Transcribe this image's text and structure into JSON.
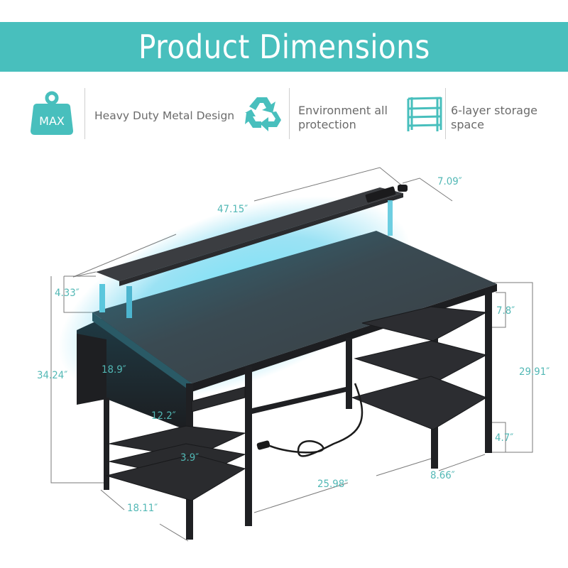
{
  "header": {
    "title": "Product Dimensions"
  },
  "colors": {
    "accent": "#48bfbd",
    "text_gray": "#6b6b6b",
    "dimension_text": "#52b8b5",
    "desk_black": "#2b2d30",
    "led_glow": "#4fd6f2"
  },
  "features": [
    {
      "icon": "weight-max-icon",
      "icon_text": "MAX",
      "label": "Heavy Duty Metal Design"
    },
    {
      "icon": "recycle-icon",
      "label_line1": "Environment all",
      "label_line2": "protection"
    },
    {
      "icon": "shelf-icon",
      "label_line1": "6-layer storage",
      "label_line2": "space"
    }
  ],
  "dimensions": {
    "total_width": "47.15″",
    "monitor_stand_depth": "7.09″",
    "monitor_stand_height": "4.33″",
    "total_height": "34.24″",
    "side_pocket_width": "18.9″",
    "side_pocket_height": "12.2″",
    "pocket_gap": "3.9″",
    "top_shelf_gap": "7.8″",
    "desk_height": "29.91″",
    "bottom_clearance": "4.7″",
    "legroom_width": "25.98″",
    "shelf_depth": "8.66″",
    "desk_depth": "18.11″"
  }
}
